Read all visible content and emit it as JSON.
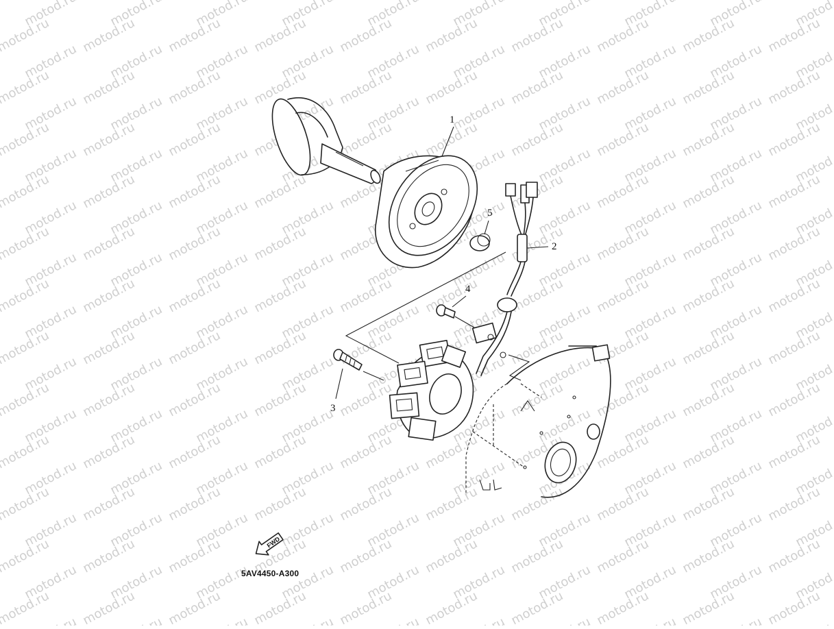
{
  "watermark": {
    "text": "motod.ru"
  },
  "callouts": {
    "rotor": "1",
    "wire_harness": "2",
    "stator_bolt": "3",
    "lead_screw": "4",
    "collar": "5"
  },
  "fwd_label": "FWD",
  "diagram_code": "5AV4450-A300"
}
